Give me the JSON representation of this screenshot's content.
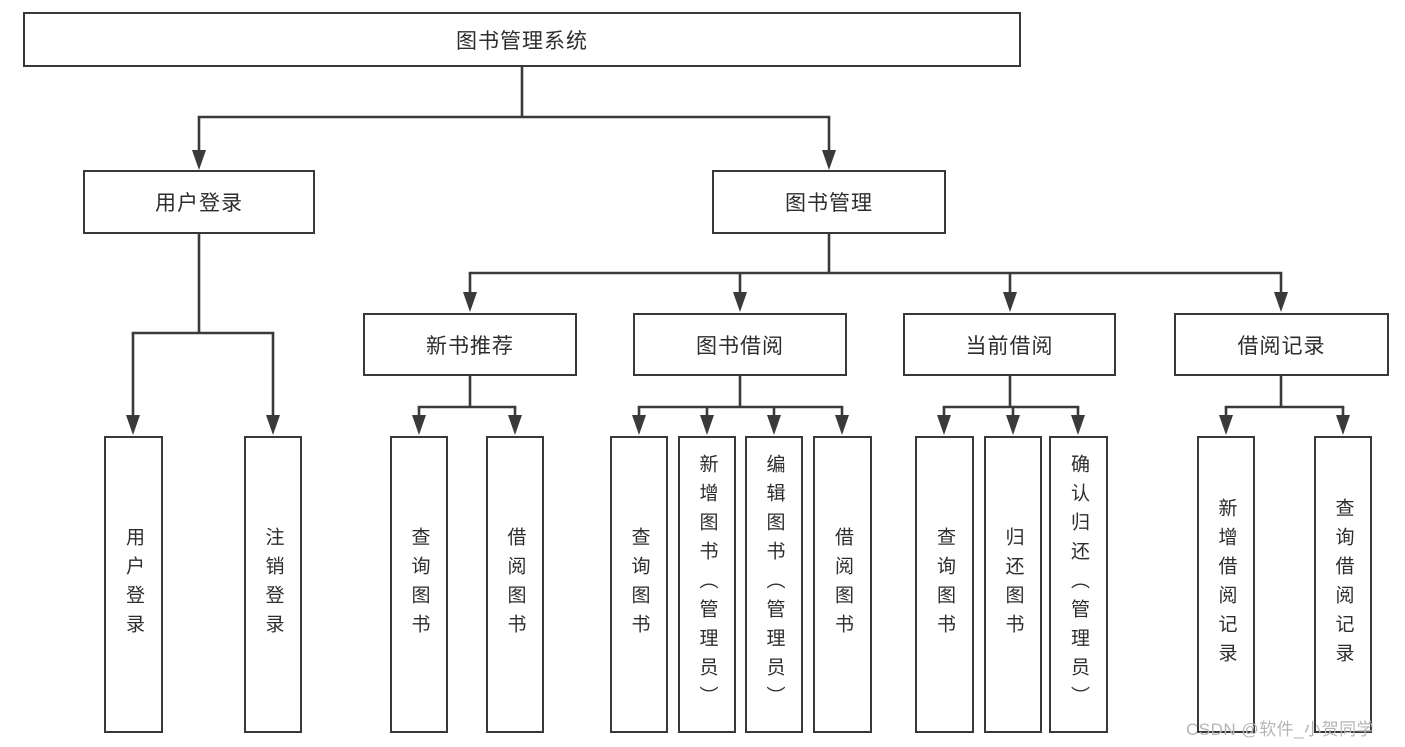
{
  "tree": {
    "root": {
      "label": "图书管理系统"
    },
    "branches": [
      {
        "label": "用户登录",
        "children": [
          "用户登录",
          "注销登录"
        ]
      },
      {
        "label": "图书管理",
        "groups": [
          {
            "label": "新书推荐",
            "children": [
              "查询图书",
              "借阅图书"
            ]
          },
          {
            "label": "图书借阅",
            "children": [
              "查询图书",
              "新增图书（管理员）",
              "编辑图书（管理员）",
              "借阅图书"
            ]
          },
          {
            "label": "当前借阅",
            "children": [
              "查询图书",
              "归还图书",
              "确认归还（管理员）"
            ]
          },
          {
            "label": "借阅记录",
            "children": [
              "新增借阅记录",
              "查询借阅记录"
            ]
          }
        ]
      }
    ]
  },
  "colors": {
    "line": "#3a3a3a",
    "box_border": "#383838",
    "text": "#2d2d2d",
    "watermark": "#b5b5b5",
    "background": "#ffffff"
  },
  "watermark": {
    "text": "CSDN @软件_小贺同学"
  }
}
